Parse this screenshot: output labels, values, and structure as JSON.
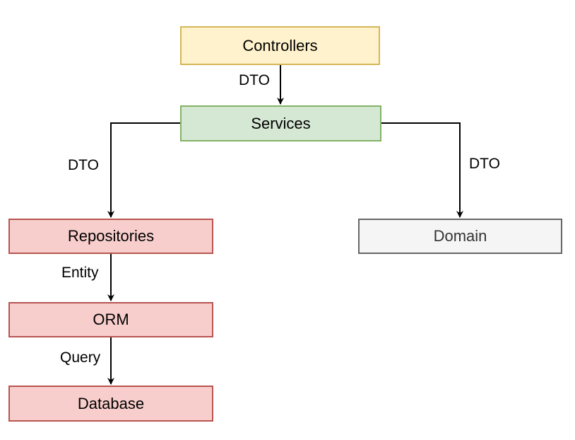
{
  "nodes": {
    "controllers": {
      "label": "Controllers",
      "fill": "#fff2cc",
      "stroke": "#d6b656"
    },
    "services": {
      "label": "Services",
      "fill": "#d5e8d4",
      "stroke": "#82b366"
    },
    "repositories": {
      "label": "Repositories",
      "fill": "#f8cecc",
      "stroke": "#b85450"
    },
    "domain": {
      "label": "Domain",
      "fill": "#f5f5f5",
      "stroke": "#666666",
      "text_color": "#333333"
    },
    "orm": {
      "label": "ORM",
      "fill": "#f8cecc",
      "stroke": "#b85450"
    },
    "database": {
      "label": "Database",
      "fill": "#f8cecc",
      "stroke": "#b85450"
    }
  },
  "edges": [
    {
      "from": "controllers",
      "to": "services",
      "label": "DTO"
    },
    {
      "from": "services",
      "to": "repositories",
      "label": "DTO"
    },
    {
      "from": "services",
      "to": "domain",
      "label": "DTO"
    },
    {
      "from": "repositories",
      "to": "orm",
      "label": "Entity"
    },
    {
      "from": "orm",
      "to": "database",
      "label": "Query"
    }
  ]
}
